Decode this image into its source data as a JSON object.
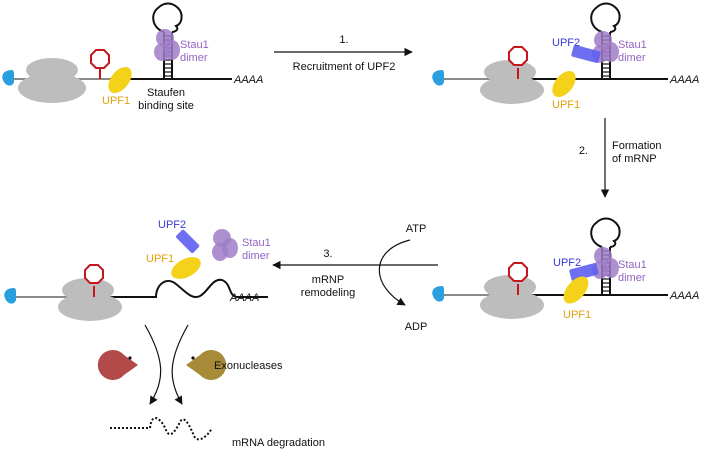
{
  "colors": {
    "line": "#111111",
    "grey_line": "#8a8a8a",
    "ribosome": "#bdbdbd",
    "cap": "#2a9fe0",
    "stop": "#c4161c",
    "upf1": "#f5d21a",
    "upf1_text": "#e0a10c",
    "upf2": "#5e5ef0",
    "stau": "#a07cc8",
    "stau_text": "#9464c0",
    "exo_red": "#b24a4a",
    "exo_olive": "#a88b38"
  },
  "icons": {
    "cap": "cap-icon",
    "stop": "stop-sign-icon",
    "ribosome": "ribosome-icon",
    "pacman": "exonuclease-icon"
  },
  "common": {
    "stop_sign_text": "STOP",
    "upf1": "UPF1",
    "upf2": "UPF2",
    "stau1_line1": "Stau1",
    "stau1_line2": "dimer",
    "polyA": "AAAA"
  },
  "panel1": {
    "staufen_line1": "Staufen",
    "staufen_line2": "binding site"
  },
  "steps": {
    "step1_number": "1.",
    "step1_label": "Recruitment of UPF2",
    "step2_number": "2.",
    "step2_label_line1": "Formation",
    "step2_label_line2": "of mRNP",
    "step3_number": "3.",
    "step3_label_line1": "mRNP",
    "step3_label_line2": "remodeling",
    "atp": "ATP",
    "adp": "ADP"
  },
  "degradation": {
    "exonucleases": "Exonucleases",
    "mrna_degradation": "mRNA degradation"
  }
}
